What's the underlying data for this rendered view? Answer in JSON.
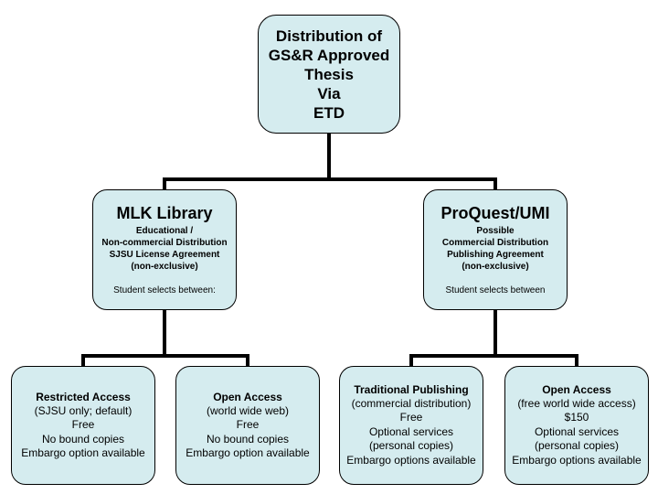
{
  "root": {
    "lines": [
      "Distribution of",
      "GS&R Approved",
      "Thesis",
      "Via",
      "ETD"
    ]
  },
  "mlk": {
    "title": "MLK Library",
    "lines": [
      "Educational /",
      "Non-commercial Distribution",
      "SJSU License Agreement",
      "(non-exclusive)"
    ],
    "note": "Student selects between:"
  },
  "proquest": {
    "title": "ProQuest/UMI",
    "lines": [
      "Possible",
      "Commercial Distribution",
      "Publishing Agreement",
      "(non-exclusive)"
    ],
    "note": "Student selects between"
  },
  "leaves": [
    {
      "title": "Restricted Access",
      "lines": [
        "(SJSU only; default)",
        "Free",
        "No bound copies",
        "Embargo option available"
      ]
    },
    {
      "title": "Open Access",
      "lines": [
        "(world wide web)",
        "Free",
        "No bound copies",
        "Embargo option available"
      ]
    },
    {
      "title": "Traditional Publishing",
      "lines": [
        "(commercial distribution)",
        "Free",
        "Optional services",
        "(personal copies)",
        "Embargo options available"
      ]
    },
    {
      "title": "Open Access",
      "lines": [
        "(free world wide access)",
        "$150",
        "Optional services",
        "(personal copies)",
        "Embargo options available"
      ]
    }
  ],
  "colors": {
    "box_fill": "#d5ecef",
    "connector": "#000000"
  }
}
